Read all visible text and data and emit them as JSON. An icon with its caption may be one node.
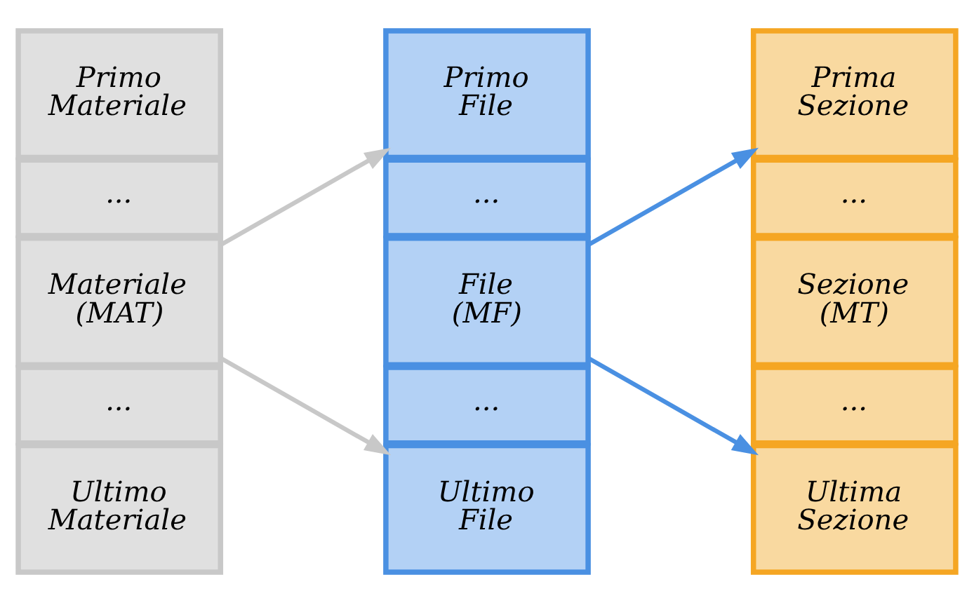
{
  "diagram": {
    "nodes": [
      {
        "text": [
          "Primo Materiale"
        ]
      },
      {
        "text": [
          "..."
        ]
      },
      {
        "text": [
          "Materiale (MAT)"
        ]
      },
      {
        "text": [
          "..."
        ]
      },
      {
        "text": [
          "Ultimo Materiale"
        ]
      },
      {
        "text": [
          "Primo File"
        ]
      },
      {
        "text": [
          "..."
        ]
      },
      {
        "text": [
          "File (MF)"
        ]
      },
      {
        "text": [
          "..."
        ]
      },
      {
        "text": [
          "Ultimo File"
        ]
      },
      {
        "text": [
          "Prima Sezione"
        ]
      },
      {
        "text": [
          "..."
        ]
      },
      {
        "text": [
          "Sezione (MT)"
        ]
      },
      {
        "text": [
          "..."
        ]
      },
      {
        "text": [
          "Ultima Sezione"
        ]
      }
    ],
    "edges": [
      {
        "from": 2,
        "to": 5,
        "arrow": "to",
        "color": "#c8c8c8"
      },
      {
        "from": 2,
        "to": 9,
        "arrow": "to",
        "color": "#c8c8c8"
      },
      {
        "from": 7,
        "to": 10,
        "arrow": "to",
        "color": "#4a90e2"
      },
      {
        "from": 7,
        "to": 14,
        "arrow": "to",
        "color": "#4a90e2"
      }
    ]
  }
}
